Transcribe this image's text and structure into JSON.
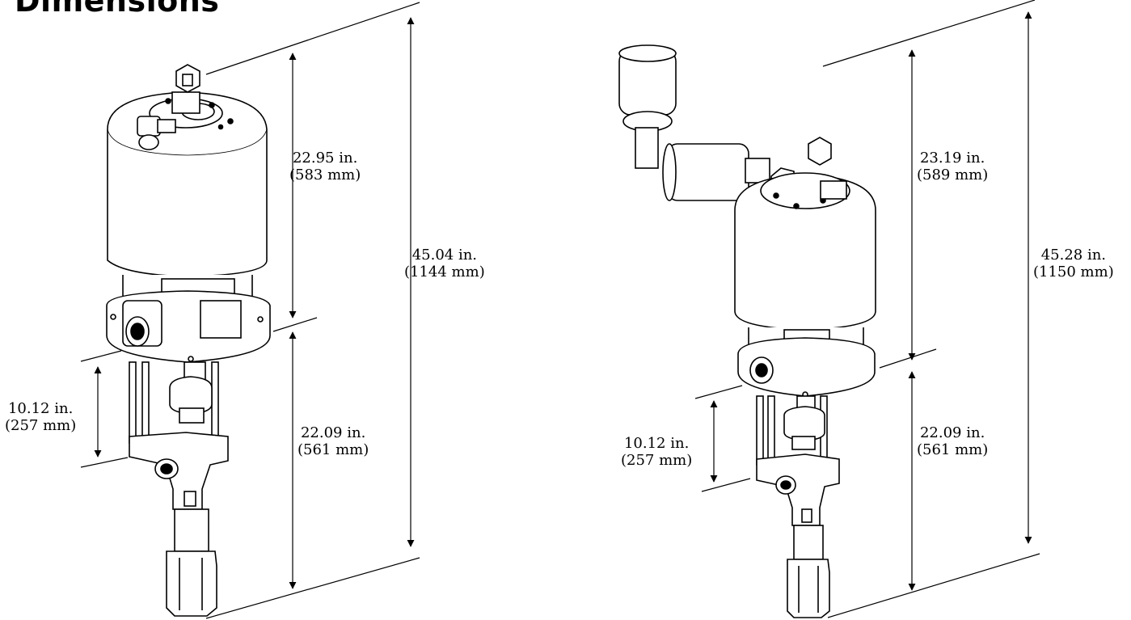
{
  "heading": "Dimensions",
  "left_pump": {
    "upper_height": {
      "inches": "22.95 in.",
      "mm": "(583 mm)"
    },
    "overall_height": {
      "inches": "45.04 in.",
      "mm": "(1144 mm)"
    },
    "lower_height": {
      "inches": "22.09 in.",
      "mm": "(561 mm)"
    },
    "inlet_height": {
      "inches": "10.12 in.",
      "mm": "(257 mm)"
    }
  },
  "right_pump": {
    "upper_height": {
      "inches": "23.19 in.",
      "mm": "(589 mm)"
    },
    "overall_height": {
      "inches": "45.28 in.",
      "mm": "(1150 mm)"
    },
    "lower_height": {
      "inches": "22.09 in.",
      "mm": "(561 mm)"
    },
    "inlet_height": {
      "inches": "10.12 in.",
      "mm": "(257 mm)"
    }
  }
}
